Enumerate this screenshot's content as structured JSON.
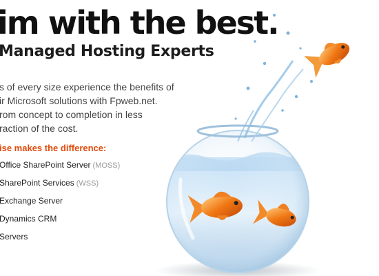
{
  "hero": {
    "headline": "im with the best.",
    "subheadline": "Managed Hosting Experts",
    "intro_lines": [
      "s of every size experience the benefits of",
      "ir Microsoft solutions with Fpweb.net.",
      "rom concept to completion in less",
      "raction of the cost."
    ],
    "difference_heading": "ise makes the difference:",
    "features": [
      {
        "name": "Office SharePoint Server",
        "abbr": "(MOSS)"
      },
      {
        "name": "SharePoint Services",
        "abbr": "(WSS)"
      },
      {
        "name": "Exchange Server",
        "abbr": ""
      },
      {
        "name": "Dynamics CRM",
        "abbr": ""
      },
      {
        "name": " Servers",
        "abbr": ""
      }
    ]
  },
  "colors": {
    "accent": "#e04a0a",
    "fish": "#f07814",
    "water": "#7fb8e8"
  }
}
